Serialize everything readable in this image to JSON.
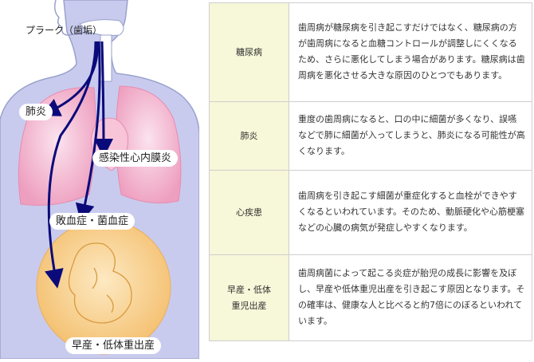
{
  "figure": {
    "labels": {
      "plaque": "プラーク（歯垢）",
      "lung": "肺炎",
      "heart": "感染性心内膜炎",
      "sepsis": "敗血症・菌血症",
      "preterm": "早産・低体重出産"
    },
    "colors": {
      "body": "#c9cbee",
      "body_outline": "#9aa2cc",
      "lung": "#ee9fbf",
      "fetus_bg": "#f6c77a",
      "arrow": "#0a0a7a"
    }
  },
  "table": {
    "rows": [
      {
        "label": "糖尿病",
        "text": "歯周病が糖尿病を引き起こすだけではなく、糖尿病の方が歯周病になると血糖コントロールが調整しにくくなるため、さらに悪化してしまう場合があります。糖尿病は歯周病を悪化させる大きな原因のひとつでもあります。"
      },
      {
        "label": "肺炎",
        "text": "重度の歯周病になると、口の中に細菌が多くなり、誤嚥などで肺に細菌が入ってしまうと、肺炎になる可能性が高くなります。"
      },
      {
        "label": "心疾患",
        "text": "歯周病を引き起こす細菌が重症化すると血栓ができやすくなるといわれています。そのため、動脈硬化や心筋梗塞などの心臓の病気が発症しやすくなります。"
      },
      {
        "label_line1": "早産・低体",
        "label_line2": "重児出産",
        "text": "歯周病菌によって起こる炎症が胎児の成長に影響を及ぼし、早産や低体重児出産を引き起こす原因となります。その確率は、健康な人と比べると約7倍にのぼるといわれています。"
      }
    ],
    "colors": {
      "header_bg": "#f7f7d9",
      "border": "#cfcfcf"
    }
  }
}
